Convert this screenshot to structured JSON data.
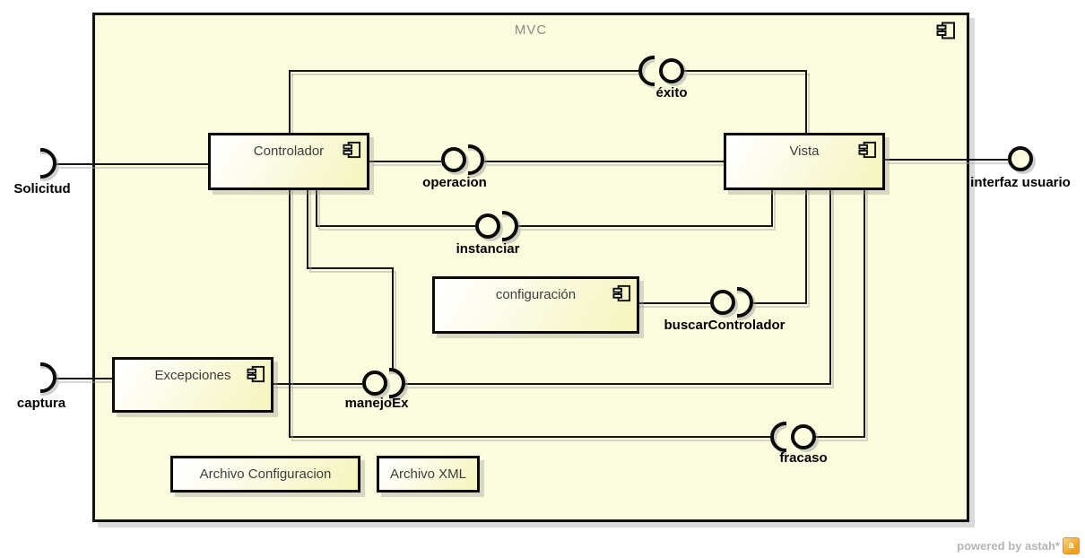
{
  "diagram": {
    "frame_title": "MVC",
    "watermark": "powered by astah*"
  },
  "components": [
    {
      "label": "Controlador"
    },
    {
      "label": "Vista"
    },
    {
      "label": "configuración"
    },
    {
      "label": "Excepciones"
    },
    {
      "label": "Archivo Configuracion"
    },
    {
      "label": "Archivo XML"
    }
  ],
  "interfaces": [
    {
      "label": "éxito",
      "type": "socket-ball"
    },
    {
      "label": "operacion",
      "type": "ball-socket"
    },
    {
      "label": "instanciar",
      "type": "ball-socket"
    },
    {
      "label": "buscarControlador",
      "type": "ball-socket"
    },
    {
      "label": "manejoEx",
      "type": "ball-socket"
    },
    {
      "label": "fracaso",
      "type": "socket-ball"
    },
    {
      "label": "interfaz usuario",
      "type": "ball"
    },
    {
      "label": "Solicitud",
      "type": "socket"
    },
    {
      "label": "captura",
      "type": "socket"
    }
  ],
  "colors": {
    "frame_fill": "#fbfbde",
    "component_fill_start": "#ffffff",
    "component_fill_end": "#f5f5c0",
    "line": "#161616",
    "frame_title_text": "#8a8a8a",
    "component_text": "#3d3d3d",
    "interface_text": "#000000",
    "watermark_text": "#b5b5b5",
    "watermark_logo": "#f0a21f"
  }
}
